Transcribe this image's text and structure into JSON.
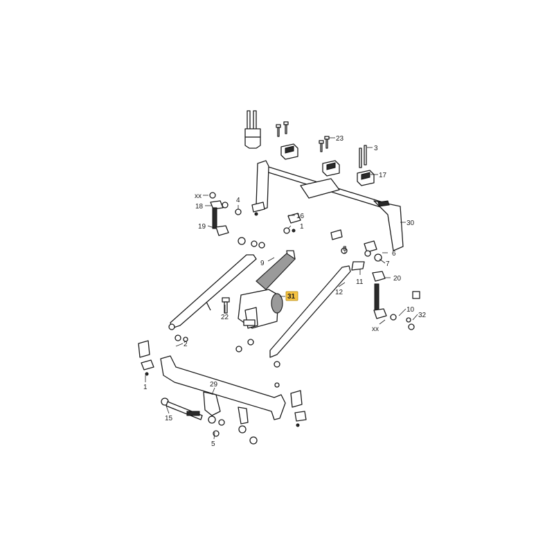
{
  "diagram": {
    "highlight_color": "#f5c242",
    "callouts": [
      {
        "id": "23",
        "label": "23"
      },
      {
        "id": "3",
        "label": "3"
      },
      {
        "id": "17",
        "label": "17"
      },
      {
        "id": "30",
        "label": "30"
      },
      {
        "id": "xx-left",
        "label": "xx"
      },
      {
        "id": "18",
        "label": "18"
      },
      {
        "id": "4",
        "label": "4"
      },
      {
        "id": "16",
        "label": "16"
      },
      {
        "id": "19",
        "label": "19"
      },
      {
        "id": "1-top",
        "label": "1"
      },
      {
        "id": "9",
        "label": "9"
      },
      {
        "id": "8",
        "label": "8"
      },
      {
        "id": "6",
        "label": "6"
      },
      {
        "id": "7",
        "label": "7"
      },
      {
        "id": "11",
        "label": "11"
      },
      {
        "id": "20",
        "label": "20"
      },
      {
        "id": "12",
        "label": "12"
      },
      {
        "id": "31",
        "label": "31",
        "highlighted": true
      },
      {
        "id": "22",
        "label": "22"
      },
      {
        "id": "10",
        "label": "10"
      },
      {
        "id": "32",
        "label": "32"
      },
      {
        "id": "xx-right",
        "label": "xx"
      },
      {
        "id": "2",
        "label": "2"
      },
      {
        "id": "1-bottom",
        "label": "1"
      },
      {
        "id": "29",
        "label": "29"
      },
      {
        "id": "15",
        "label": "15"
      },
      {
        "id": "5",
        "label": "5"
      }
    ]
  }
}
